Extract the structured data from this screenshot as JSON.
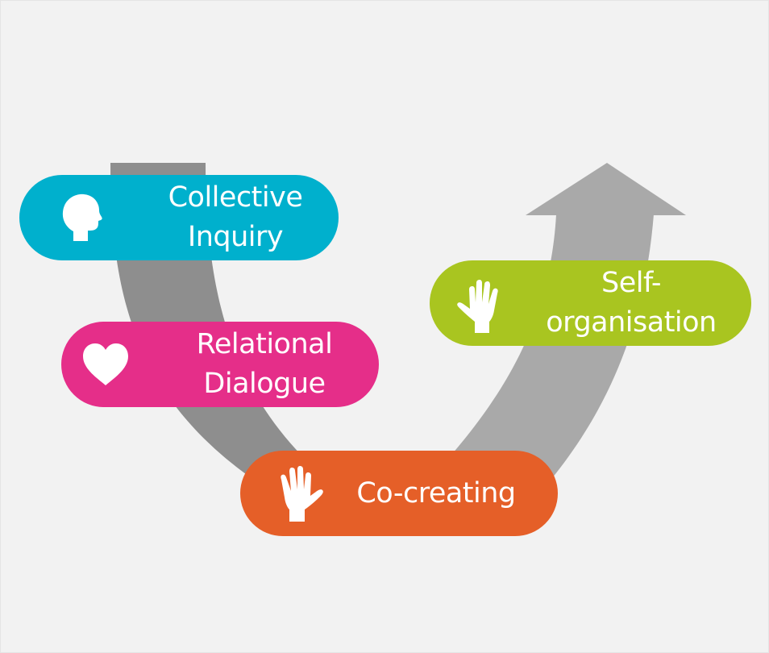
{
  "colors": {
    "background": "#f2f2f2",
    "arrow_left": "#8e8e8e",
    "arrow_right": "#a9a9a9",
    "collective_inquiry": "#00b0cd",
    "relational_dialogue": "#e52e89",
    "co_creating": "#e55f28",
    "self_organisation": "#a9c520",
    "icon": "#ffffff"
  },
  "stages": {
    "collective_inquiry": {
      "label": "Collective\nInquiry",
      "icon": "head-icon"
    },
    "relational_dialogue": {
      "label": "Relational\nDialogue",
      "icon": "heart-icon"
    },
    "co_creating": {
      "label": "Co-creating",
      "icon": "hand-icon"
    },
    "self_organisation": {
      "label": "Self-\norganisation",
      "icon": "hand-icon"
    }
  }
}
